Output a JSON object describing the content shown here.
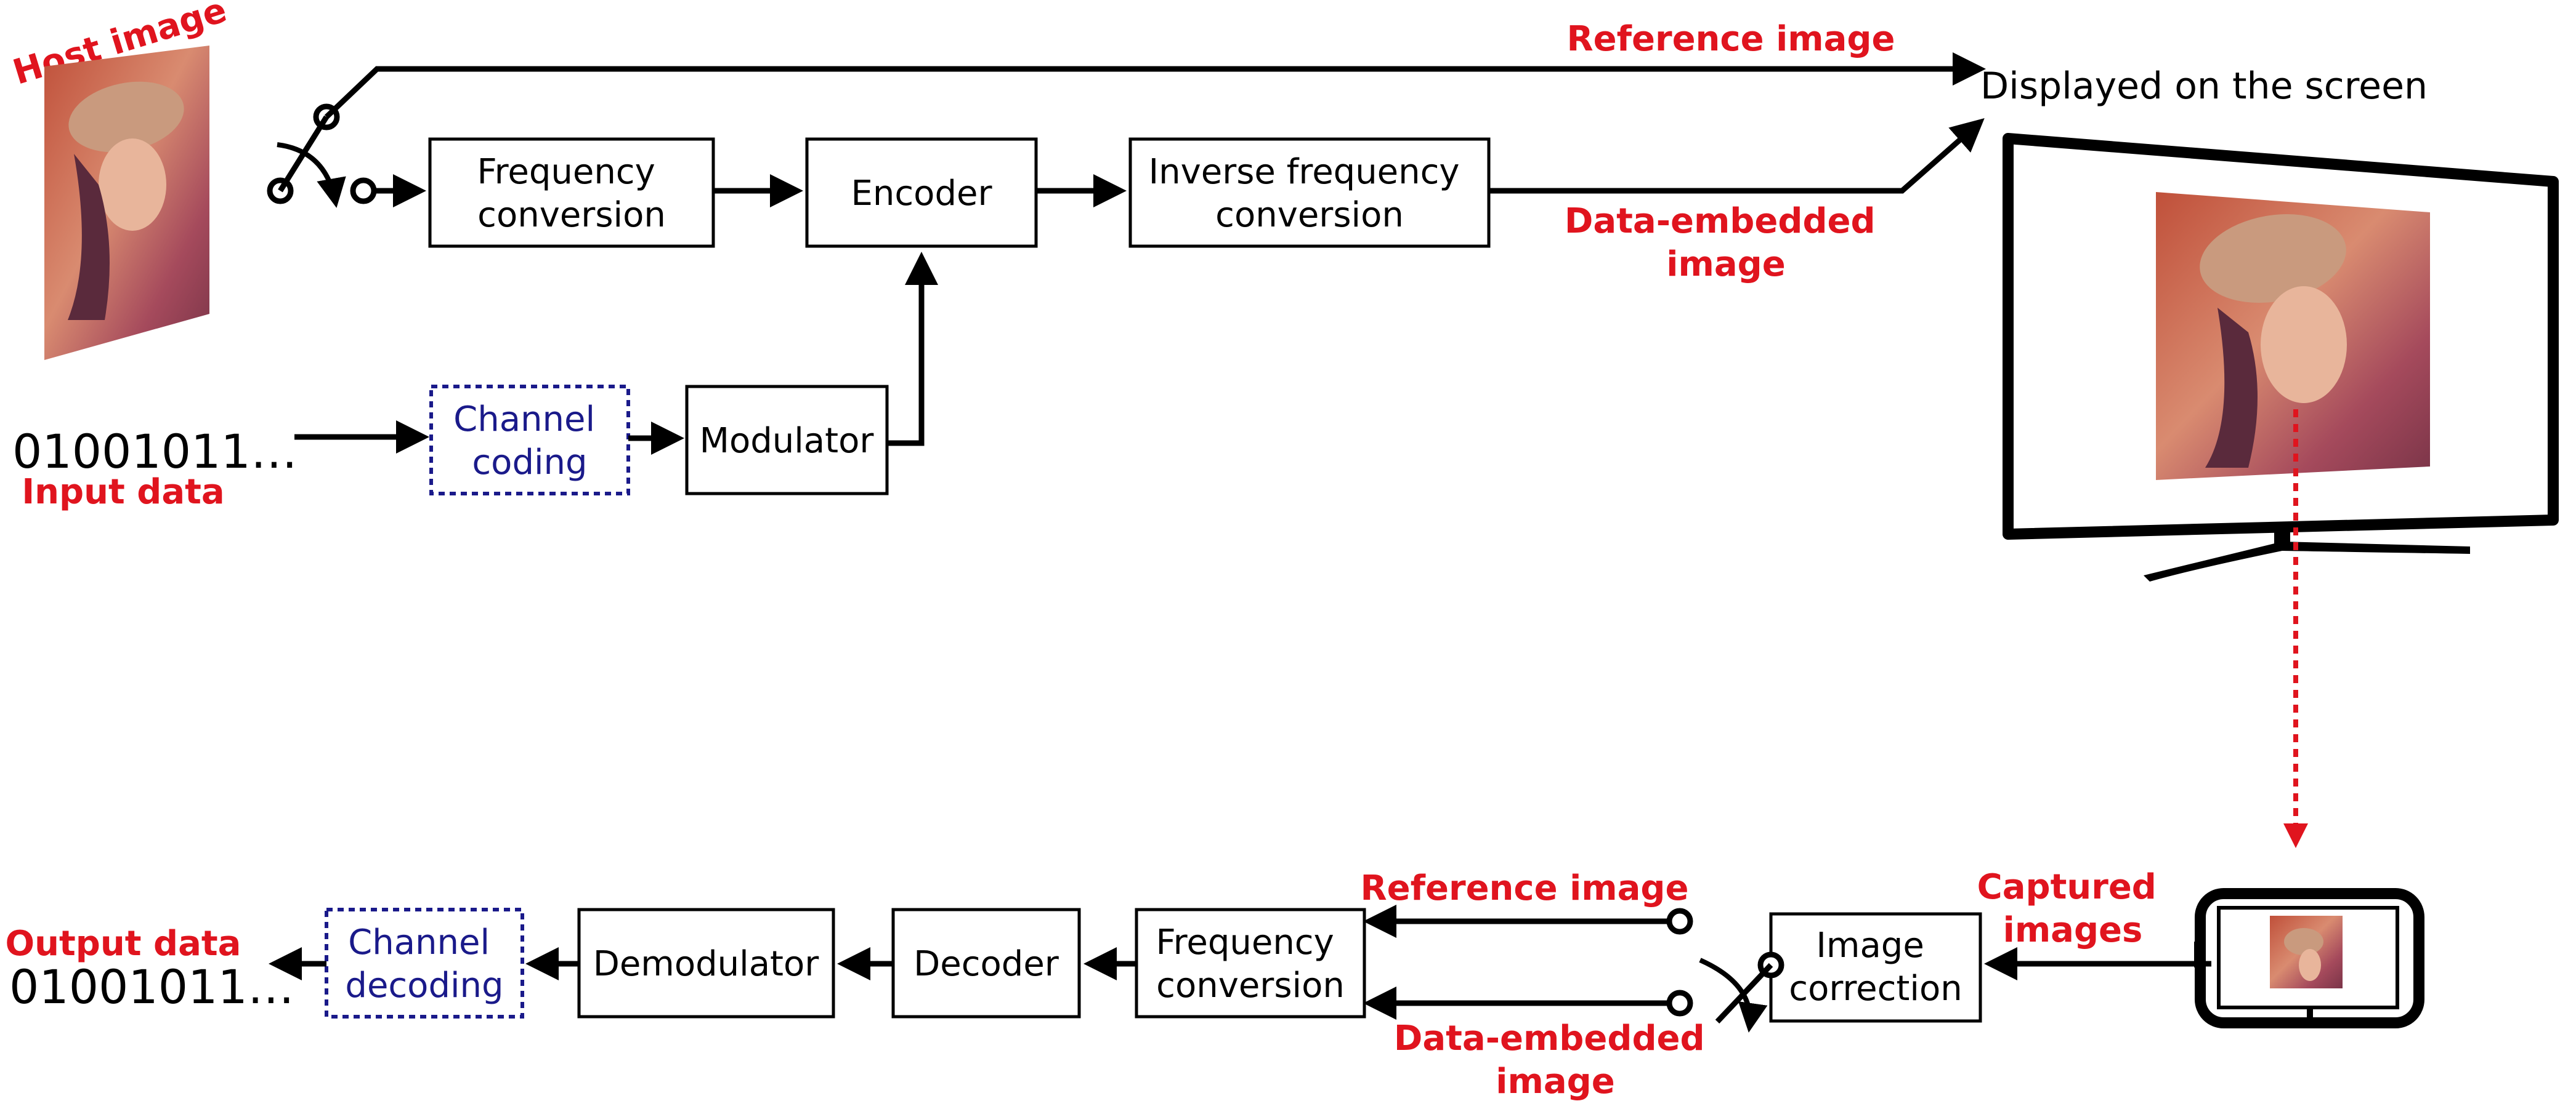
{
  "encoder": {
    "host_image_label": "Host image",
    "reference_image_label": "Reference image",
    "displayed_label": "Displayed on the screen",
    "frequency_conversion": [
      "Frequency",
      "conversion"
    ],
    "encoder_label": "Encoder",
    "inverse_frequency_conversion": [
      "Inverse frequency",
      "conversion"
    ],
    "data_embedded_label": [
      "Data-embedded",
      "image"
    ],
    "input_bits": "01001011…",
    "input_data_label": "Input data",
    "channel_coding": [
      "Channel",
      "coding"
    ],
    "modulator_label": "Modulator"
  },
  "decoder": {
    "output_data_label": "Output data",
    "output_bits": "01001011…",
    "channel_decoding": [
      "Channel",
      "decoding"
    ],
    "demodulator_label": "Demodulator",
    "decoder_label": "Decoder",
    "frequency_conversion": [
      "Frequency",
      "conversion"
    ],
    "reference_image_label": "Reference image",
    "data_embedded_label": [
      "Data-embedded",
      "image"
    ],
    "image_correction": [
      "Image",
      "correction"
    ],
    "captured_images_label": [
      "Captured",
      "images"
    ]
  },
  "colors": {
    "label_red": "#e0141e",
    "channel_blue": "#1a1a8a",
    "line": "#000000"
  },
  "icons": [
    "host-image-photo",
    "switch-icon",
    "monitor-icon",
    "smartphone-icon"
  ]
}
